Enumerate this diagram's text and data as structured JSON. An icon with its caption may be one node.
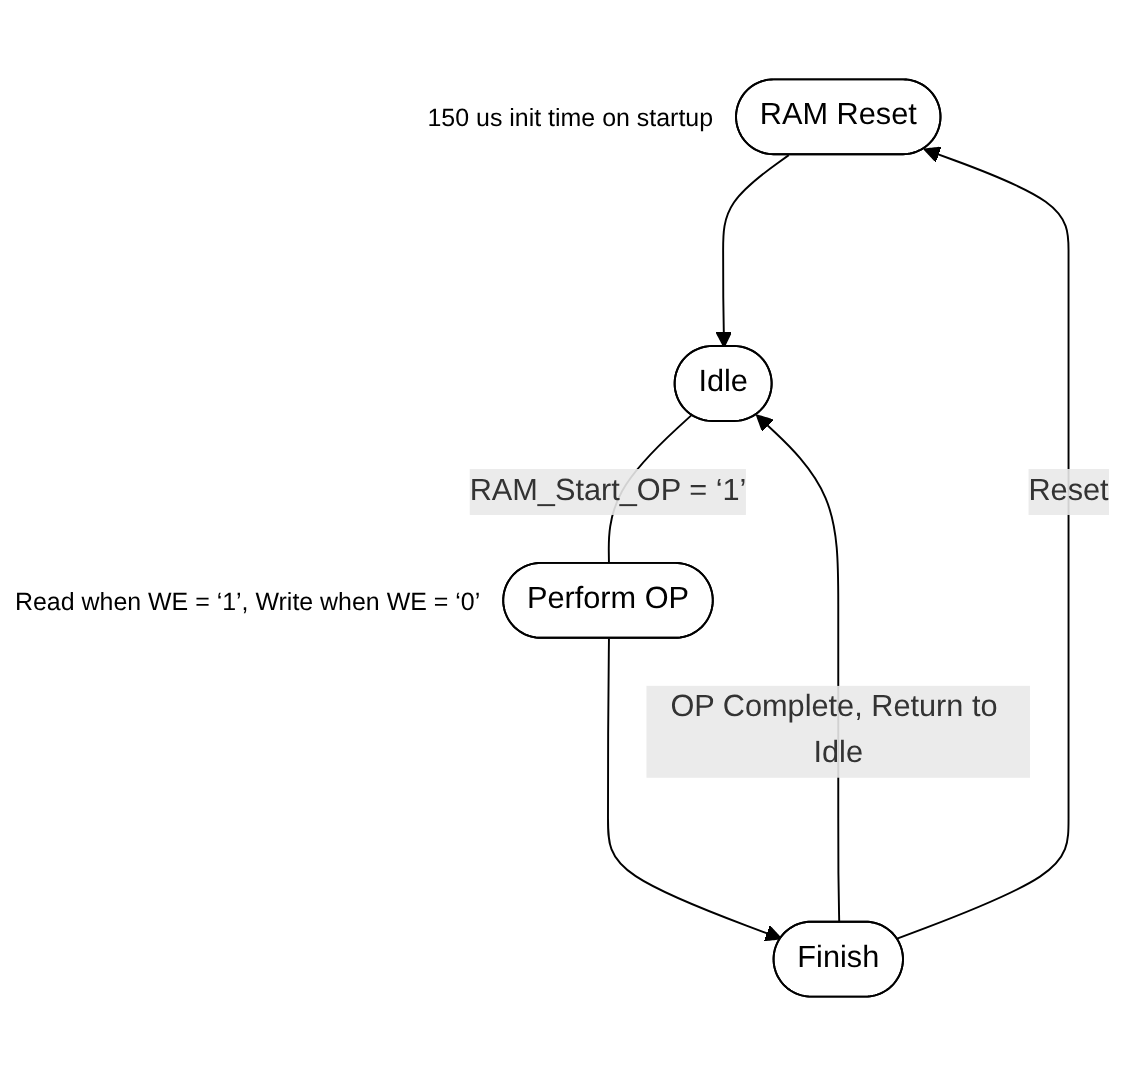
{
  "diagram": {
    "nodes": [
      {
        "text": [
          "RAM Reset"
        ],
        "beside": [
          "150 us init time on startup"
        ]
      },
      {
        "text": [
          "Idle"
        ]
      },
      {
        "text": [
          "Perform OP"
        ],
        "beside": [
          "Read when WE = ‘1’, Write when WE = ‘0’"
        ]
      },
      {
        "text": [
          "Finish"
        ]
      }
    ],
    "edges": [
      {
        "from": 0,
        "to": 1,
        "arrow": "to"
      },
      {
        "from": 1,
        "to": 2,
        "arrow": "none",
        "label": "RAM_Start_OP = ‘1’"
      },
      {
        "from": 2,
        "to": 3,
        "arrow": "to"
      },
      {
        "from": 3,
        "to": 1,
        "arrow": "to",
        "label": "OP Complete, Return to Idle"
      },
      {
        "from": 3,
        "to": 0,
        "arrow": "to",
        "label": "Reset"
      }
    ]
  }
}
